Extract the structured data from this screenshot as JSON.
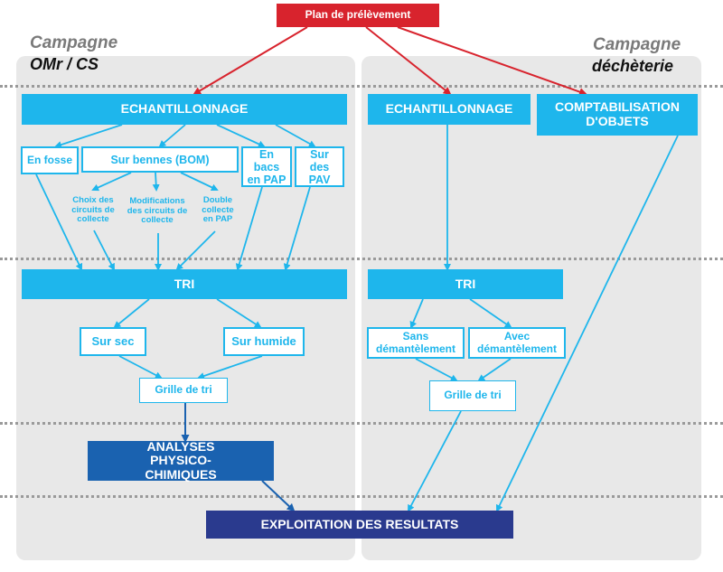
{
  "campaigns": {
    "left": {
      "line1": "Campagne",
      "line2": "OMr / CS"
    },
    "right": {
      "line1": "Campagne",
      "line2": "déchèterie"
    }
  },
  "nodes": {
    "plan": "Plan de prélèvement",
    "echantillonnage_left": "ECHANTILLONNAGE",
    "en_fosse": "En fosse",
    "sur_bennes": "Sur bennes (BOM)",
    "en_bacs": "En bacs en PAP",
    "sur_pav": "Sur des PAV",
    "choix": "Choix des circuits de collecte",
    "modifications": "Modifications des circuits de collecte",
    "double": "Double collecte en PAP",
    "tri_left": "TRI",
    "sur_sec": "Sur sec",
    "sur_humide": "Sur humide",
    "grille_left": "Grille de tri",
    "analyses": "ANALYSES PHYSICO-CHIMIQUES",
    "exploitation": "EXPLOITATION DES RESULTATS",
    "echantillonnage_right": "ECHANTILLONNAGE",
    "comptabilisation": "COMPTABILISATION D'OBJETS",
    "tri_right": "TRI",
    "sans": "Sans démantèlement",
    "avec": "Avec démantèlement",
    "grille_right": "Grille de tri"
  },
  "colors": {
    "cyan": "#1eb6ec",
    "navy": "#2a3a8e",
    "mid_blue": "#1a62b0",
    "red": "#d8232d",
    "panel": "#e8e8e8"
  }
}
